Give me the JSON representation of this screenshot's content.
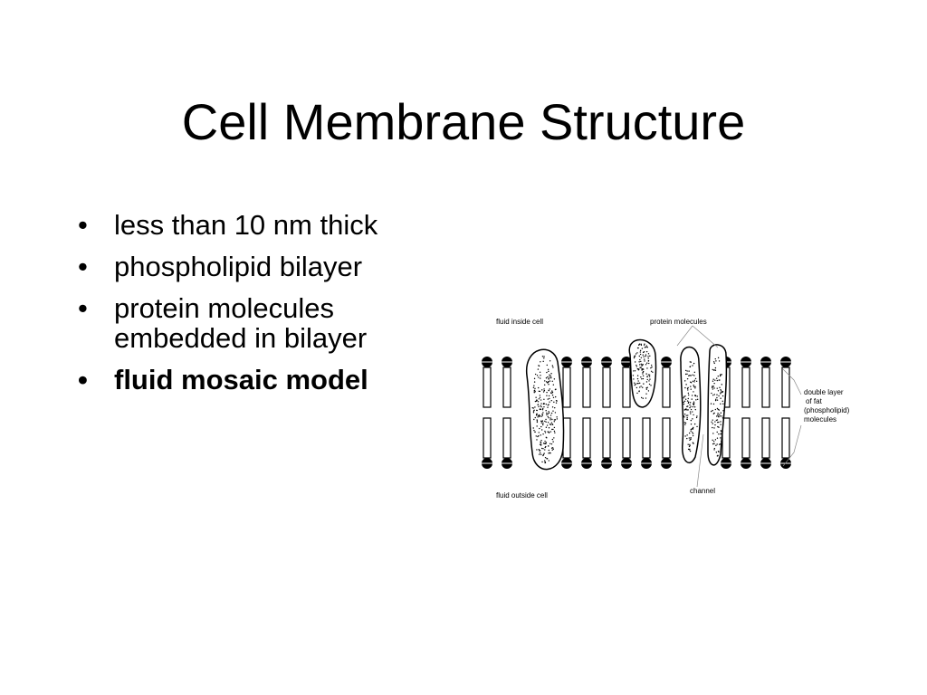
{
  "slide": {
    "title": "Cell Membrane Structure",
    "bullets": [
      {
        "text": "less than 10 nm thick",
        "bold": false
      },
      {
        "text": "phospholipid bilayer",
        "bold": false
      },
      {
        "text": "protein molecules embedded in bilayer",
        "bold": false
      },
      {
        "text": "fluid mosaic model",
        "bold": true
      }
    ]
  },
  "diagram": {
    "labels": {
      "fluid_inside": "fluid inside cell",
      "fluid_outside": "fluid outside cell",
      "protein": "protein molecules",
      "channel": "channel",
      "double_layer": [
        "double layer",
        "of fat",
        "(phospholipid)",
        "molecules"
      ]
    }
  }
}
